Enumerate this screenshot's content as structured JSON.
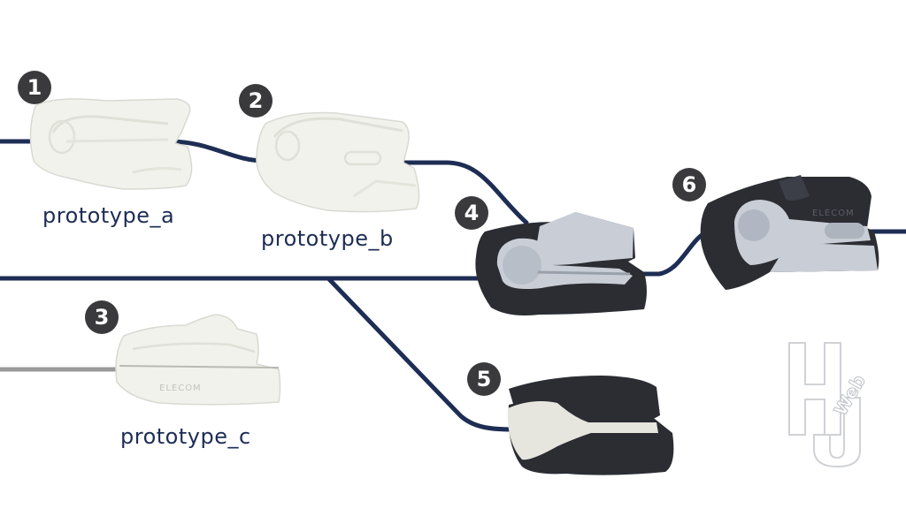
{
  "prototypes": [
    {
      "number": "1",
      "label": "prototype_a"
    },
    {
      "number": "2",
      "label": "prototype_b"
    },
    {
      "number": "3",
      "label": "prototype_c"
    },
    {
      "number": "4",
      "label": ""
    },
    {
      "number": "5",
      "label": ""
    },
    {
      "number": "6",
      "label": ""
    }
  ],
  "brand_text_on_mouse": "ELECOM",
  "watermark": {
    "text": "HJWeb"
  },
  "colors": {
    "line_main": "#1d2d54",
    "line_gray": "#9a9a9a",
    "badge": "#3a3a3c",
    "label": "#1d2d54",
    "prototype_white": "#f1f2ec",
    "prototype_dark": "#2b2d33",
    "prototype_gray": "#c9ced6"
  }
}
